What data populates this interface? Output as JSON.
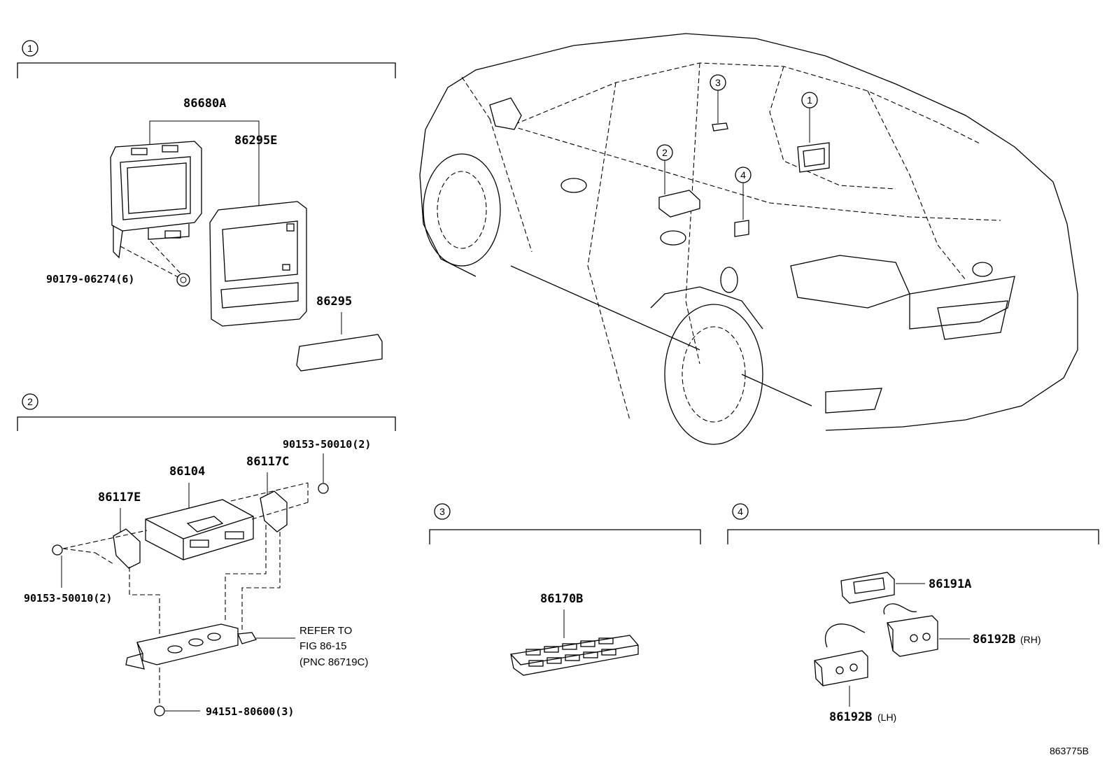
{
  "callouts": {
    "c1": "1",
    "c2": "2",
    "c3": "3",
    "c4": "4"
  },
  "section1": {
    "p86680A": "86680A",
    "p86295E": "86295E",
    "p86295": "86295",
    "p90179": "90179-06274(6)"
  },
  "section2": {
    "p86104": "86104",
    "p86117C": "86117C",
    "p86117E": "86117E",
    "p90153_top": "90153-50010(2)",
    "p90153_left": "90153-50010(2)",
    "p94151": "94151-80600(3)",
    "refer_line1": "REFER TO",
    "refer_line2": "FIG 86-15",
    "refer_line3": "(PNC 86719C)"
  },
  "section3": {
    "p86170B": "86170B"
  },
  "section4": {
    "p86191A": "86191A",
    "p86192B_rh": "86192B",
    "rh": "(RH)",
    "p86192B_lh": "86192B",
    "lh": "(LH)"
  },
  "figure_ref": "863775B"
}
